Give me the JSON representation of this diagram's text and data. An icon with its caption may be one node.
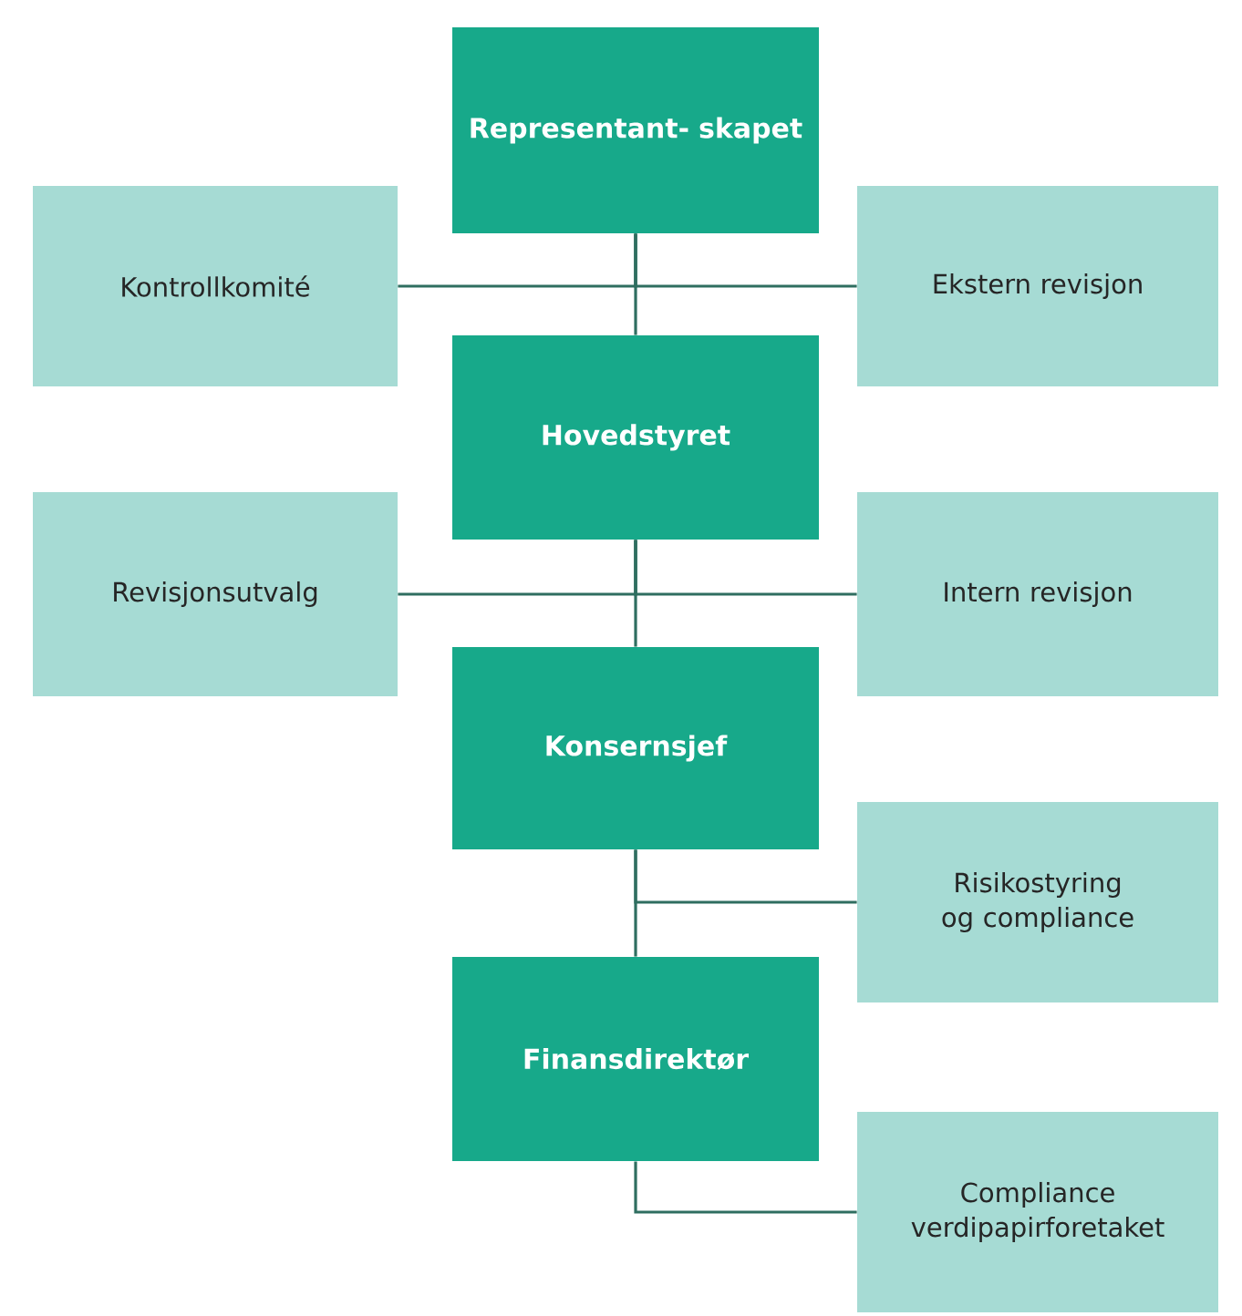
{
  "diagram": {
    "nodes": [
      {
        "text": [
          "Representant- skapet"
        ]
      },
      {
        "text": [
          "Kontrollkomité"
        ]
      },
      {
        "text": [
          "Ekstern revisjon"
        ]
      },
      {
        "text": [
          "Hovedstyret"
        ]
      },
      {
        "text": [
          "Revisjonsutvalg"
        ]
      },
      {
        "text": [
          "Intern revisjon"
        ]
      },
      {
        "text": [
          "Konsernsjef"
        ]
      },
      {
        "text": [
          "Risikostyring og compliance"
        ]
      },
      {
        "text": [
          "Finansdirektør"
        ]
      },
      {
        "text": [
          "Compliance verdipapirforetaket"
        ]
      }
    ],
    "edges": [
      {
        "from": 0,
        "to": 3,
        "arrow": "none"
      },
      {
        "from": 0,
        "to": 1,
        "arrow": "none"
      },
      {
        "from": 0,
        "to": 2,
        "arrow": "none"
      },
      {
        "from": 3,
        "to": 6,
        "arrow": "none"
      },
      {
        "from": 3,
        "to": 4,
        "arrow": "none"
      },
      {
        "from": 3,
        "to": 5,
        "arrow": "none"
      },
      {
        "from": 6,
        "to": 8,
        "arrow": "none"
      },
      {
        "from": 6,
        "to": 7,
        "arrow": "none"
      },
      {
        "from": 8,
        "to": 9,
        "arrow": "none"
      }
    ]
  }
}
